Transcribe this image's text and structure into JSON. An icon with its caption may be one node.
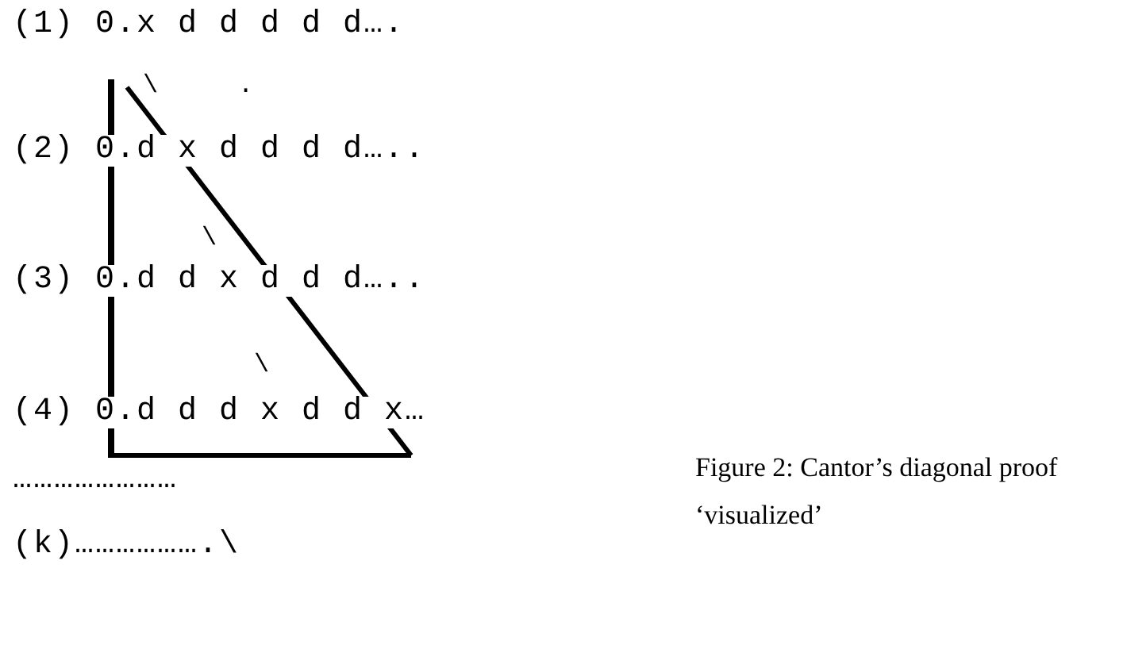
{
  "diagram": {
    "caption": "Figure 2:  Cantor’s diagonal proof ‘visualized’",
    "labels": [
      "(1) 0.x d d d d d….",
      "\\",
      ".",
      "(2) 0.d x d d d d…..",
      "\\",
      "(3) 0.d d x d d d…..",
      "\\",
      "(4) 0.d d d x d d x…",
      "……………………",
      "(k)……………….\\"
    ]
  }
}
